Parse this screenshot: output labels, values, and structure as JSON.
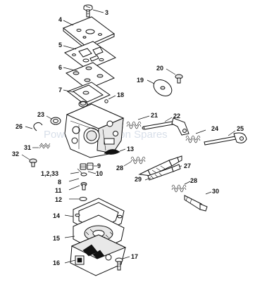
{
  "diagram": {
    "watermark": "Powered by Vision Spares",
    "callouts": {
      "c3": "3",
      "c4": "4",
      "c5": "5",
      "c6": "6",
      "c7": "7",
      "c8": "8",
      "c9": "9",
      "c10": "10",
      "c11": "11",
      "c12": "12",
      "c13": "13",
      "c14": "14",
      "c15": "15",
      "c16": "16",
      "c17": "17",
      "c18": "18",
      "c19": "19",
      "c20": "20",
      "c21": "21",
      "c22": "22",
      "c23": "23",
      "c24": "24",
      "c25": "25",
      "c26": "26",
      "c27": "27",
      "c28a": "28",
      "c28b": "28",
      "c29": "29",
      "c30": "30",
      "c31": "31",
      "c32": "32",
      "c123": "1,2,33"
    }
  }
}
